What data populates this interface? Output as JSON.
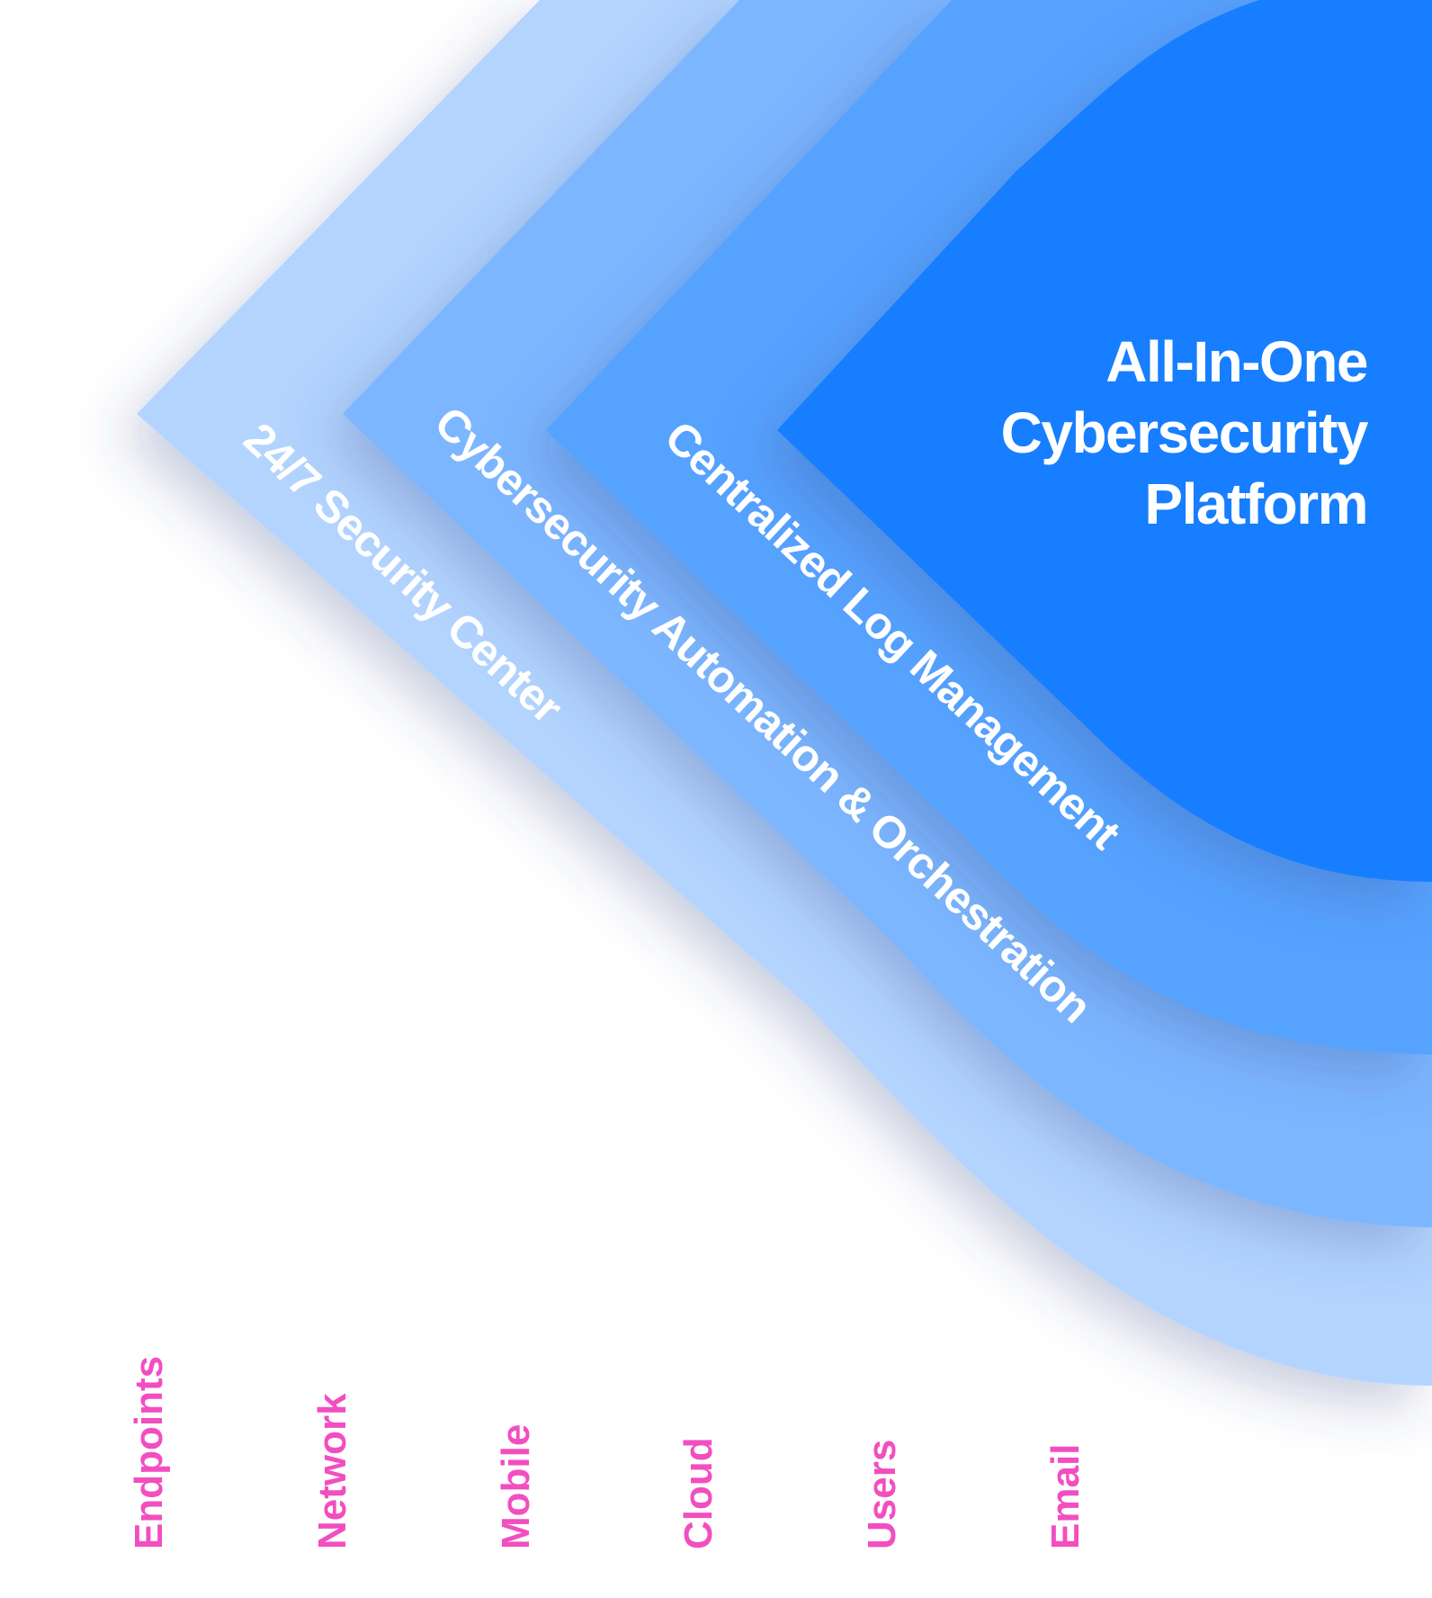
{
  "title_lines": [
    "All-In-One",
    "Cybersecurity",
    "Platform"
  ],
  "layers": [
    {
      "label": "24/7 Security Center",
      "color": "#b3d4ff"
    },
    {
      "label": "Cybersecurity Automation & Orchestration",
      "color": "#7bb6ff"
    },
    {
      "label": "Centralized Log Management",
      "color": "#56a2ff"
    },
    {
      "label": "",
      "color": "#137eff"
    }
  ],
  "sources": [
    "Endpoints",
    "Network",
    "Mobile",
    "Cloud",
    "Users",
    "Email"
  ],
  "colors": {
    "text_on_layers": "#ffffff",
    "source_label": "#f24ec0",
    "line_top": "#2c5ee8",
    "line_bottom": "#f24ec0",
    "shadow": "#3a4d8f"
  }
}
